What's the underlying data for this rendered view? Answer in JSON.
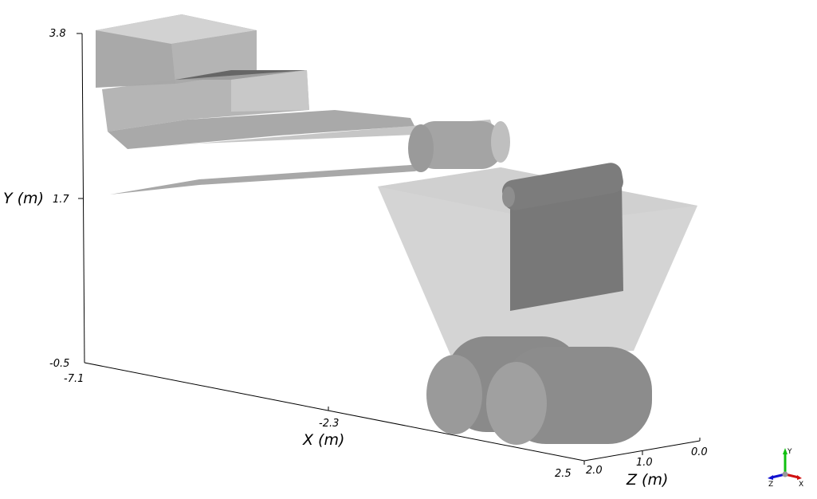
{
  "axes": {
    "y": {
      "title": "Y (m)",
      "ticks": [
        "3.8",
        "1.7",
        "-0.5"
      ]
    },
    "x": {
      "title": "X (m)",
      "ticks": [
        "-7.1",
        "-2.3",
        "2.5"
      ]
    },
    "z": {
      "title": "Z (m)",
      "ticks": [
        "2.0",
        "1.0",
        "0.0"
      ]
    }
  },
  "orientation_widget": {
    "labels": [
      "Y",
      "Z",
      "X"
    ],
    "colors": {
      "x": "#d01010",
      "y": "#10c010",
      "z": "#1010d0"
    }
  },
  "colors": {
    "geometry": "#8c8c8c",
    "background": "#ffffff"
  }
}
